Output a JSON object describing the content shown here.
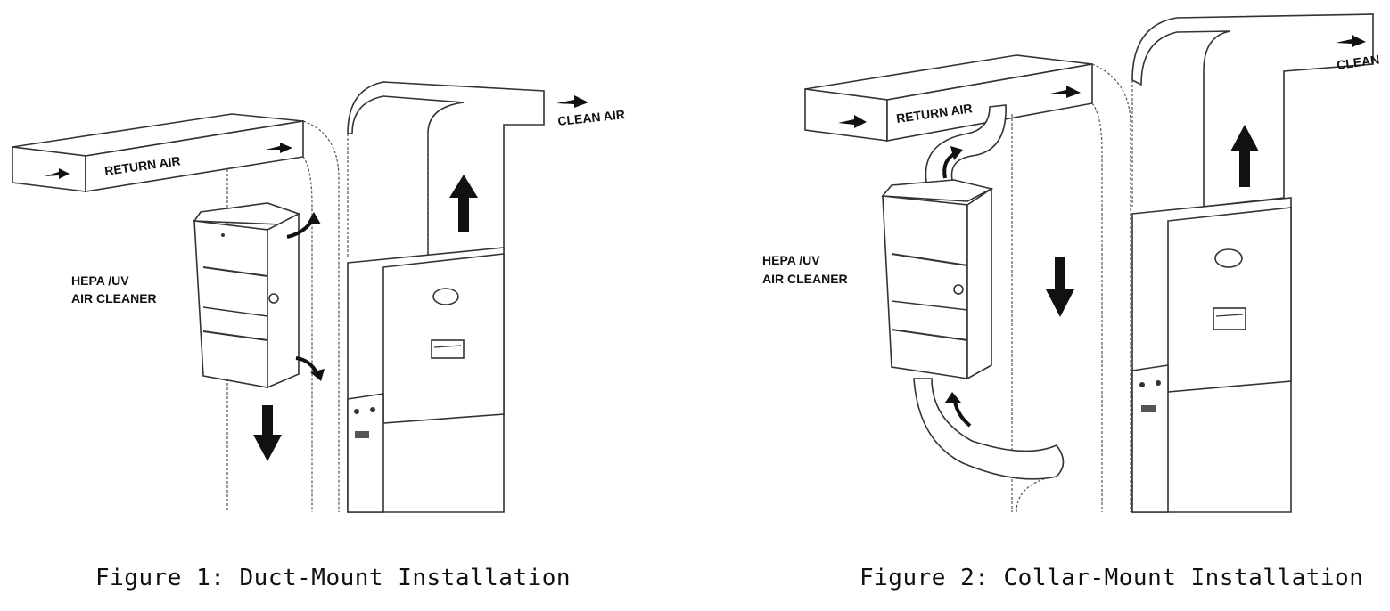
{
  "figure1": {
    "labels": {
      "return_air": "RETURN AIR",
      "clean_air": "CLEAN AIR",
      "cleaner_line1": "HEPA /UV",
      "cleaner_line2": "AIR CLEANER"
    },
    "caption": "Figure 1: Duct-Mount Installation"
  },
  "figure2": {
    "labels": {
      "return_air": "RETURN AIR",
      "clean_air": "CLEAN",
      "cleaner_line1": "HEPA /UV",
      "cleaner_line2": "AIR CLEANER"
    },
    "caption": "Figure 2: Collar-Mount Installation"
  },
  "icons": [
    "arrow-icon",
    "curved-arrow-icon"
  ]
}
